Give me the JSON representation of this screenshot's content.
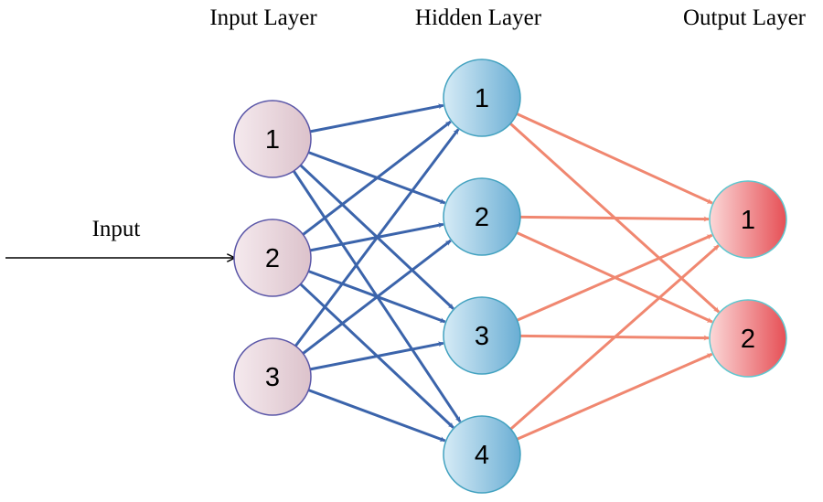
{
  "titles": {
    "input_layer": "Input Layer",
    "hidden_layer": "Hidden Layer",
    "output_layer": "Output Layer"
  },
  "input_arrow_label": "Input",
  "layers": {
    "input": [
      "1",
      "2",
      "3"
    ],
    "hidden": [
      "1",
      "2",
      "3",
      "4"
    ],
    "output": [
      "1",
      "2"
    ]
  },
  "colors": {
    "input_edges": "#3b64ab",
    "output_edges": "#f08770",
    "input_node_fill_light": "#f5eaee",
    "input_node_fill_dark": "#dcc2cb",
    "input_node_stroke": "#5b57a8",
    "hidden_node_fill_light": "#d6ebf6",
    "hidden_node_fill_dark": "#6aaed4",
    "hidden_node_stroke": "#43a2c0",
    "output_node_fill_light": "#fbd8d8",
    "output_node_fill_dark": "#e64f55",
    "output_node_stroke": "#5ec7cf"
  }
}
